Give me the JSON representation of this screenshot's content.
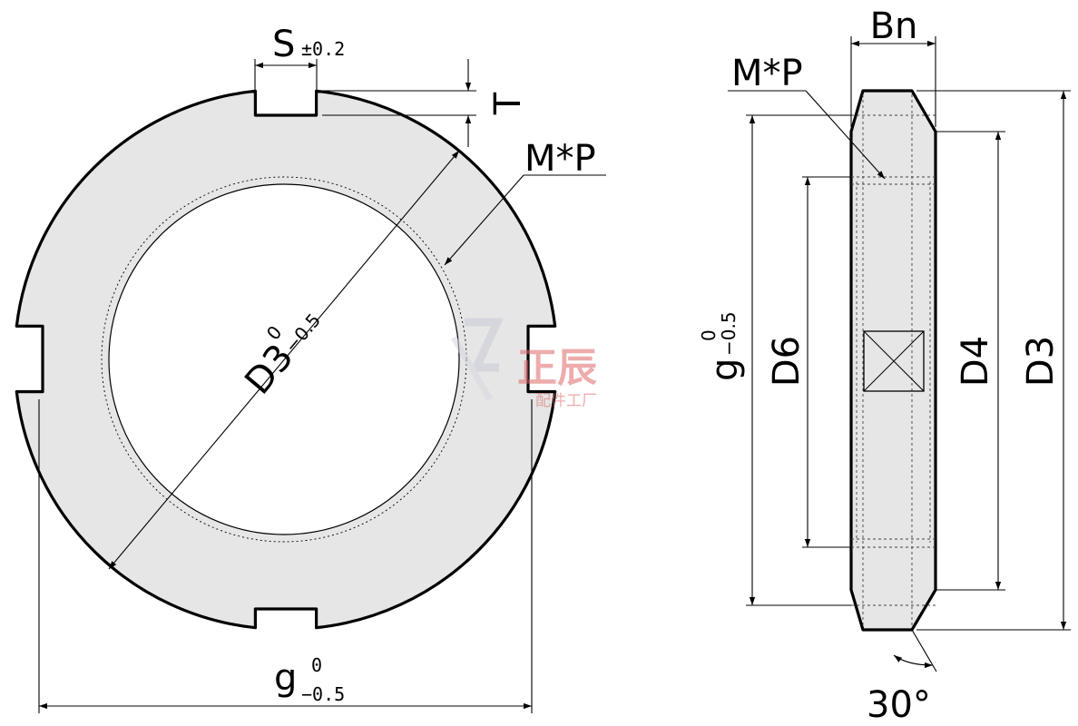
{
  "front_view": {
    "slot_width": "S",
    "slot_width_tol": "±0.2",
    "slot_depth": "T",
    "thread": "M*P",
    "bore_diameter": "D3",
    "bore_tol_upper": "0",
    "bore_tol_lower": "−0.5",
    "outer_diameter": "g",
    "outer_tol_upper": "0",
    "outer_tol_lower": "−0.5"
  },
  "side_view": {
    "width": "Bn",
    "thread": "M*P",
    "outer_diameter": "g",
    "outer_tol_upper": "0",
    "outer_tol_lower": "−0.5",
    "d6": "D6",
    "d4": "D4",
    "d3": "D3",
    "chamfer_angle": "30°"
  },
  "watermark": {
    "brand": "正辰",
    "tagline": "配件工厂"
  },
  "colors": {
    "part_fill": "#e6e6e6",
    "outline": "#000000",
    "watermark": "#e06a6a"
  }
}
